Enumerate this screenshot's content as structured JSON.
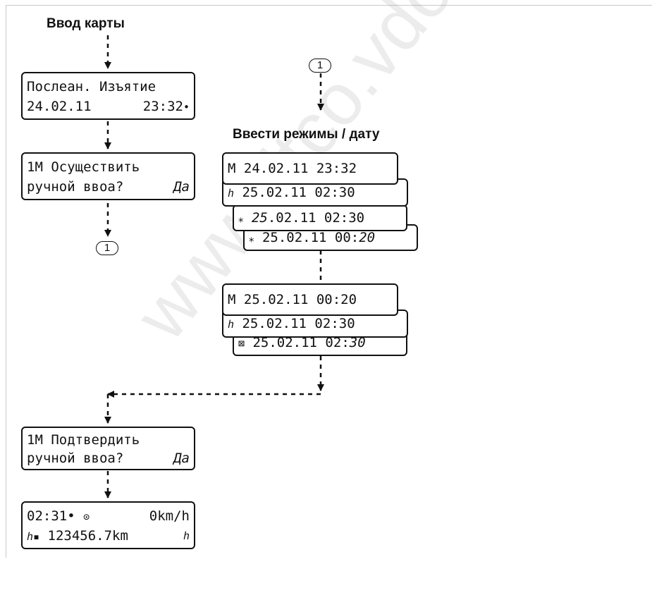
{
  "headings": {
    "card_insert": "Ввод карты",
    "enter_modes": "Ввести режимы / дату"
  },
  "connector": "1",
  "screens": {
    "last_withdrawal": {
      "line1": "Послеан. Изъятие",
      "line2_left": "24.02.11",
      "line2_right": "23:32",
      "line2_sym": "•"
    },
    "manual_entry": {
      "line1": "1M Осуществить",
      "line2_left": "ручной ввоа?",
      "line2_right": "Да"
    },
    "modes_a": {
      "l1": "M 24.02.11 23:32",
      "l2_sym": "ℎ",
      "l2": "25.02.11 02:30",
      "l3_sym": "⁎",
      "l3_date": "25",
      "l3_rest": ".02.11 02:30",
      "l4_sym": "⁎",
      "l4_main": "25.02.11 00:",
      "l4_end": "20"
    },
    "modes_b": {
      "l1": "M 25.02.11 00:20",
      "l2_sym": "ℎ",
      "l2": "25.02.11 02:30",
      "l3_sym": "⊠",
      "l3_main": "25.02.11 02:",
      "l3_end": "30"
    },
    "confirm": {
      "line1": "1M Подтвердить",
      "line2_left": "ручной ввоа?",
      "line2_right": "Да"
    },
    "standard": {
      "line1_left": "02:31•",
      "line1_mid": "⊙",
      "line1_right": "0km/h",
      "line2_sym": "ℎ▪",
      "line2_value": "123456.7km",
      "line2_right": "ℎ"
    }
  },
  "watermark": "www.dtco.vdo.c"
}
